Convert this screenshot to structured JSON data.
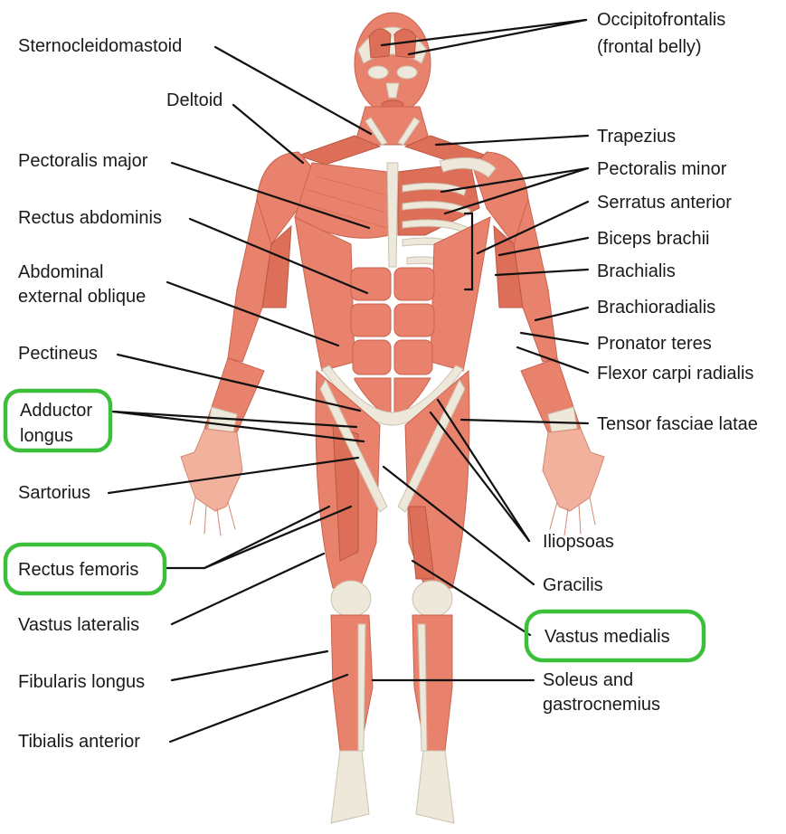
{
  "labels": {
    "left": {
      "sternocleidomastoid": "Sternocleidomastoid",
      "deltoid": "Deltoid",
      "pectoralis_major": "Pectoralis major",
      "rectus_abdominis": "Rectus abdominis",
      "abdominal_external_oblique_1": "Abdominal",
      "abdominal_external_oblique_2": "external oblique",
      "pectineus": "Pectineus",
      "adductor_longus_1": "Adductor",
      "adductor_longus_2": "longus",
      "sartorius": "Sartorius",
      "rectus_femoris": "Rectus femoris",
      "vastus_lateralis": "Vastus lateralis",
      "fibularis_longus": "Fibularis longus",
      "tibialis_anterior": "Tibialis anterior"
    },
    "right": {
      "occipitofrontalis_1": "Occipitofrontalis",
      "occipitofrontalis_2": "(frontal belly)",
      "trapezius": "Trapezius",
      "pectoralis_minor": "Pectoralis minor",
      "serratus_anterior": "Serratus anterior",
      "biceps_brachii": "Biceps brachii",
      "brachialis": "Brachialis",
      "brachioradialis": "Brachioradialis",
      "pronator_teres": "Pronator teres",
      "flexor_carpi_radialis": "Flexor carpi radialis",
      "tensor_fasciae_latae": "Tensor fasciae latae",
      "iliopsoas": "Iliopsoas",
      "gracilis": "Gracilis",
      "vastus_medialis": "Vastus medialis",
      "soleus_1": "Soleus and",
      "soleus_2": "gastrocnemius"
    }
  },
  "highlighted": [
    "Adductor longus",
    "Rectus femoris",
    "Vastus medialis"
  ],
  "colors": {
    "highlight": "#3cc03a",
    "muscle": "#e9826c",
    "tendon": "#eee8da",
    "leader_line": "#111111"
  }
}
